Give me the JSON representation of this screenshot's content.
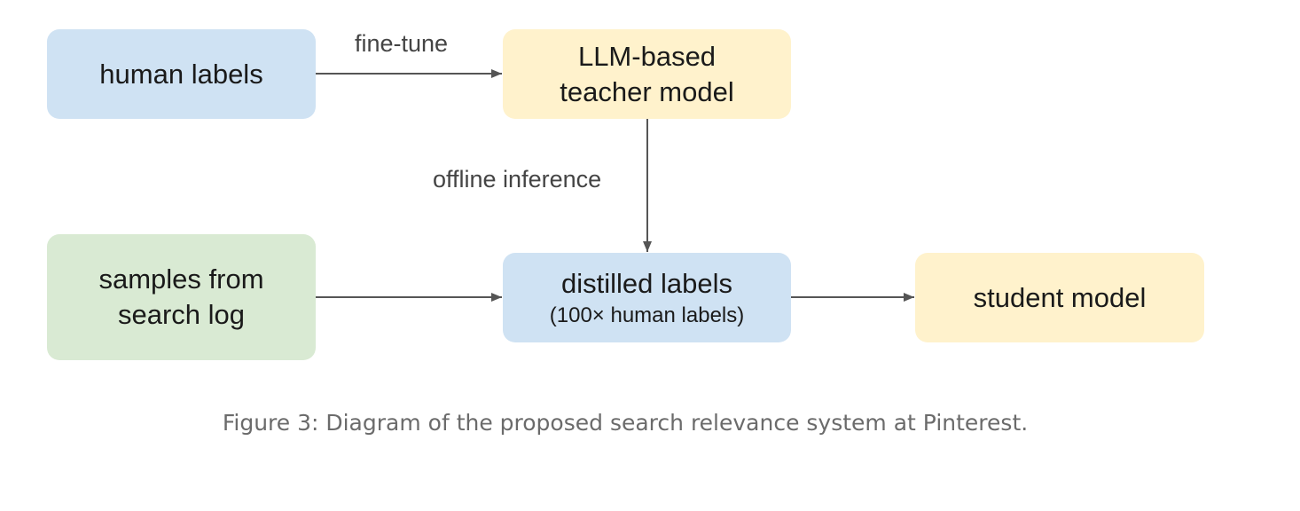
{
  "nodes": {
    "human_labels": {
      "label": "human labels"
    },
    "teacher_model": {
      "line1": "LLM-based",
      "line2": "teacher model"
    },
    "search_log": {
      "line1": "samples from",
      "line2": "search log"
    },
    "distilled_labels": {
      "label": "distilled labels",
      "sublabel": "(100× human labels)"
    },
    "student_model": {
      "label": "student model"
    }
  },
  "edges": {
    "fine_tune": "fine-tune",
    "offline_inference": "offline inference"
  },
  "caption": "Figure 3: Diagram of the proposed search relevance system at Pinterest.",
  "colors": {
    "blue_fill": "#cfe2f3",
    "yellow_fill": "#fff2cc",
    "green_fill": "#d9ead3",
    "arrow": "#555555",
    "caption_text": "#6b6b6b"
  }
}
